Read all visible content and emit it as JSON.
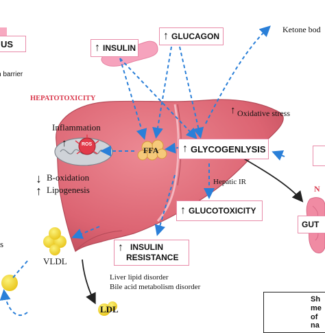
{
  "colors": {
    "liver": "#e06a78",
    "liver_dark": "#b84a57",
    "box_border": "#e88aa8",
    "arrow_blue": "#2a7fd8",
    "title_red": "#d9384c",
    "vldl_yellow": "#f3d526"
  },
  "labels": {
    "top_left_box": "US",
    "barrier": "n barrier",
    "hepatotoxicity": "HEPATOTOXICITY",
    "inflammation": "Inflammation",
    "ros": "ROS",
    "b_oxidation": "B-oxidation",
    "lipogenesis": "Lipogenesis",
    "left_s": "s",
    "vldl": "VLDL",
    "ldl": "LDL",
    "insulin": "INSULIN",
    "glucagon": "GLUCAGON",
    "ketone": "Ketone bod",
    "oxidative_stress": "Oxidative stress",
    "ffa": "FFA",
    "glycogenlysis": "GLYCOGENLYSIS",
    "hepatic_ir": "Hepatic IR",
    "glucotoxicity": "GLUCOTOXICITY",
    "insulin_resistance_1": "INSULIN",
    "insulin_resistance_2": "RESISTANCE",
    "liver_lipid": "Liver lipid disorder",
    "bile_acid": "Bile acid metabolism disorder",
    "right_n": "N",
    "gut": "GUT",
    "legend_1": "Sh",
    "legend_2": "me",
    "legend_3": "of",
    "legend_4": "na"
  },
  "icons": {
    "up_arrow": "up-arrow-icon",
    "down_arrow": "down-arrow-icon"
  }
}
